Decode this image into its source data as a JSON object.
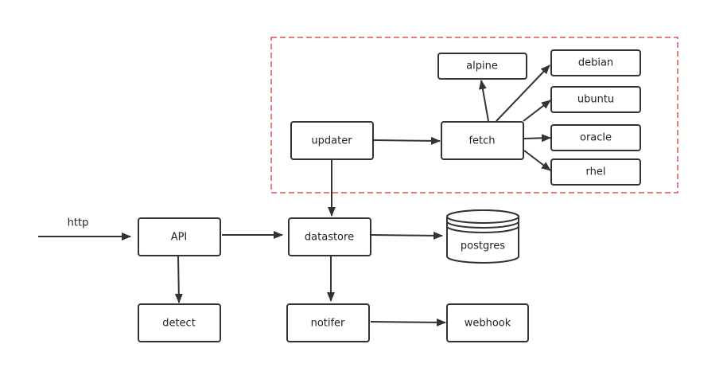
{
  "diagram": {
    "group": {
      "color": "#e05252"
    },
    "nodes": {
      "updater": "updater",
      "fetch": "fetch",
      "alpine": "alpine",
      "debian": "debian",
      "ubuntu": "ubuntu",
      "oracle": "oracle",
      "rhel": "rhel",
      "api": "API",
      "datastore": "datastore",
      "postgres": "postgres",
      "detect": "detect",
      "notifer": "notifer",
      "webhook": "webhook"
    },
    "edge_labels": {
      "http": "http"
    },
    "edges": [
      {
        "from": "http",
        "to": "api"
      },
      {
        "from": "api",
        "to": "datastore"
      },
      {
        "from": "api",
        "to": "detect"
      },
      {
        "from": "updater",
        "to": "fetch"
      },
      {
        "from": "updater",
        "to": "datastore"
      },
      {
        "from": "fetch",
        "to": "alpine"
      },
      {
        "from": "fetch",
        "to": "debian"
      },
      {
        "from": "fetch",
        "to": "ubuntu"
      },
      {
        "from": "fetch",
        "to": "oracle"
      },
      {
        "from": "fetch",
        "to": "rhel"
      },
      {
        "from": "datastore",
        "to": "postgres"
      },
      {
        "from": "datastore",
        "to": "notifer"
      },
      {
        "from": "notifer",
        "to": "webhook"
      }
    ]
  }
}
